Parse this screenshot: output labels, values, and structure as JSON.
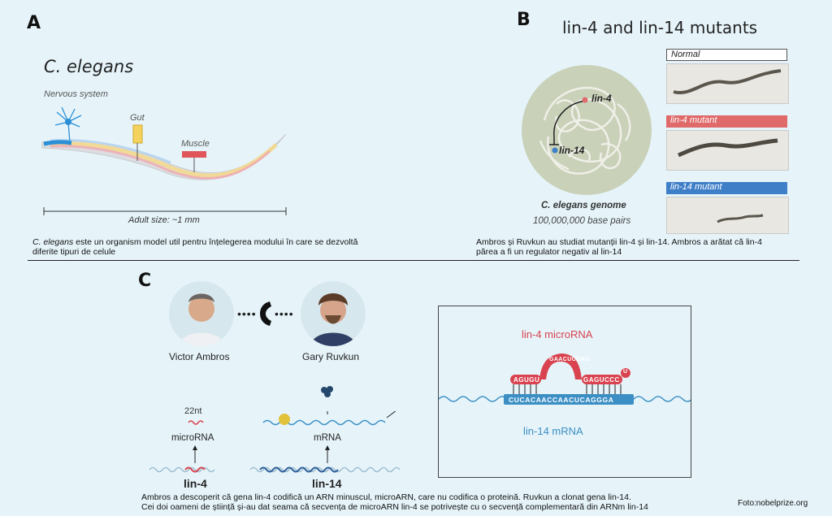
{
  "panel_a": {
    "letter": "A",
    "title": "C. elegans",
    "label_nervous": "Nervous system",
    "label_gut": "Gut",
    "label_muscle": "Muscle",
    "scale_label": "Adult size: ~1 mm",
    "caption_italic": "C. elegans",
    "caption_rest": " este un organism model util pentru înțelegerea modului în care se dezvoltă",
    "caption_line2": "diferite tipuri de celule"
  },
  "panel_b": {
    "letter": "B",
    "title": "lin-4 and lin-14 mutants",
    "gene_lin4": "lin-4",
    "gene_lin14": "lin-14",
    "genome_title": "C. elegans genome",
    "genome_size": "100,000,000 base pairs",
    "tag_normal": "Normal",
    "tag_lin4": "lin-4 mutant",
    "tag_lin14": "lin-14 mutant",
    "caption_line1": "Ambros și Ruvkun au studiat mutanții lin-4 și lin-14. Ambros a arătat că lin-4",
    "caption_line2": "părea a fi un regulator negativ al lin-14",
    "colors": {
      "lin4": "#e06a6a",
      "lin14": "#3f7fc8"
    }
  },
  "panel_c": {
    "letter": "C",
    "person1": "Victor Ambros",
    "person2": "Gary Ruvkun",
    "label_22nt": "22nt",
    "label_microrna": "microRNA",
    "label_mrna": "mRNA",
    "gene_lin4": "lin-4",
    "gene_lin14": "lin-14",
    "inset_title": "lin-4 microRNA",
    "inset_bottom": "lin-14 mRNA",
    "seq_left": "AGUGU",
    "seq_loop": "GAACUCCAG",
    "seq_right": "GAGUCCC",
    "seq_end": "U",
    "seq_target": "CUCACAACCAACUCAGGGA",
    "caption_line1": "Ambros a descoperit că gena lin-4 codifică un ARN minuscul, microARN, care nu codifica o proteină. Ruvkun a clonat gena lin-14.",
    "caption_line2": "Cei doi oameni de știință și-au dat seama că secvența de microARN lin-4 se potrivește cu o secvență complementară din ARNm lin-14",
    "credit": "Foto:nobelprize.org",
    "colors": {
      "mirna": "#d9434f",
      "mrna": "#3b8fc4"
    }
  }
}
